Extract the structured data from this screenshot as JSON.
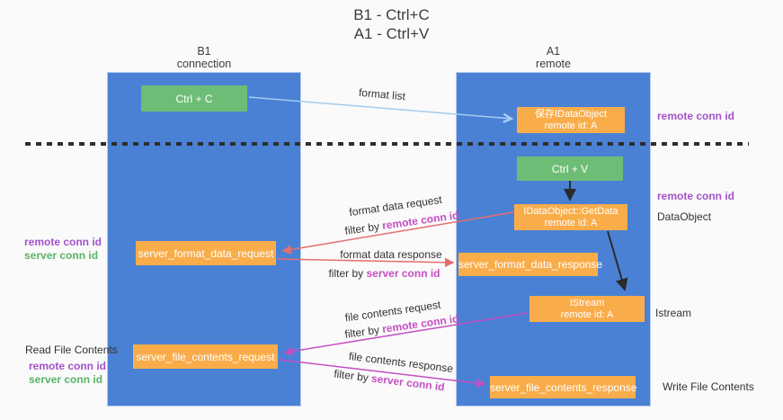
{
  "title": {
    "line1": "B1 - Ctrl+C",
    "line2": "A1 - Ctrl+V"
  },
  "lifelines": {
    "left": {
      "name": "B1",
      "role": "connection"
    },
    "right": {
      "name": "A1",
      "role": "remote"
    }
  },
  "nodes": {
    "ctrl_c": {
      "label": "Ctrl + C"
    },
    "ctrl_v": {
      "label": "Ctrl + V"
    },
    "save_idataobject": {
      "line1": "保存IDataObject",
      "line2": "remote id: A"
    },
    "getdata": {
      "line1": "IDataObject::GetData",
      "line2": "remote id: A"
    },
    "istream": {
      "line1": "IStream",
      "line2": "remote id: A"
    },
    "format_request": {
      "label": "server_format_data_request"
    },
    "format_response": {
      "label": "server_format_data_response"
    },
    "file_request": {
      "label": "server_file_contents_request"
    },
    "file_response": {
      "label": "server_file_contents_response"
    }
  },
  "edge_labels": {
    "format_list": "format list",
    "format_data_request": "format data request",
    "format_data_response": "format data response",
    "file_contents_request": "file contents request",
    "file_contents_response": "file contents response",
    "filters": [
      {
        "prefix": "filter by ",
        "emph": "remote conn id"
      },
      {
        "prefix": "filter by ",
        "emph": "server conn id"
      },
      {
        "prefix": "filter by ",
        "emph": "remote conn id"
      },
      {
        "prefix": "filter by ",
        "emph": "server conn id"
      }
    ]
  },
  "margins": {
    "left": {
      "remote_1": "remote conn id",
      "server_1": "server conn id",
      "read_file": "Read File Contents",
      "remote_2": "remote conn id",
      "server_2": "server conn id"
    },
    "right": {
      "remote_1": "remote conn id",
      "remote_2": "remote conn id",
      "dataobject": "DataObject",
      "istream": "Istream",
      "write_file": "Write File Contents"
    }
  },
  "colors": {
    "lifeline_blue": "#4a81d5",
    "node_green": "#6ebd77",
    "node_orange": "#f9ad4a",
    "label_purple": "#a352cb",
    "label_green": "#58b368",
    "label_magenta": "#c44fc4",
    "arrow_red": "#e66f6e",
    "arrow_magenta": "#c44fc4",
    "arrow_lightblue": "#a5cdf0",
    "arrow_black": "#2b2b2b"
  }
}
